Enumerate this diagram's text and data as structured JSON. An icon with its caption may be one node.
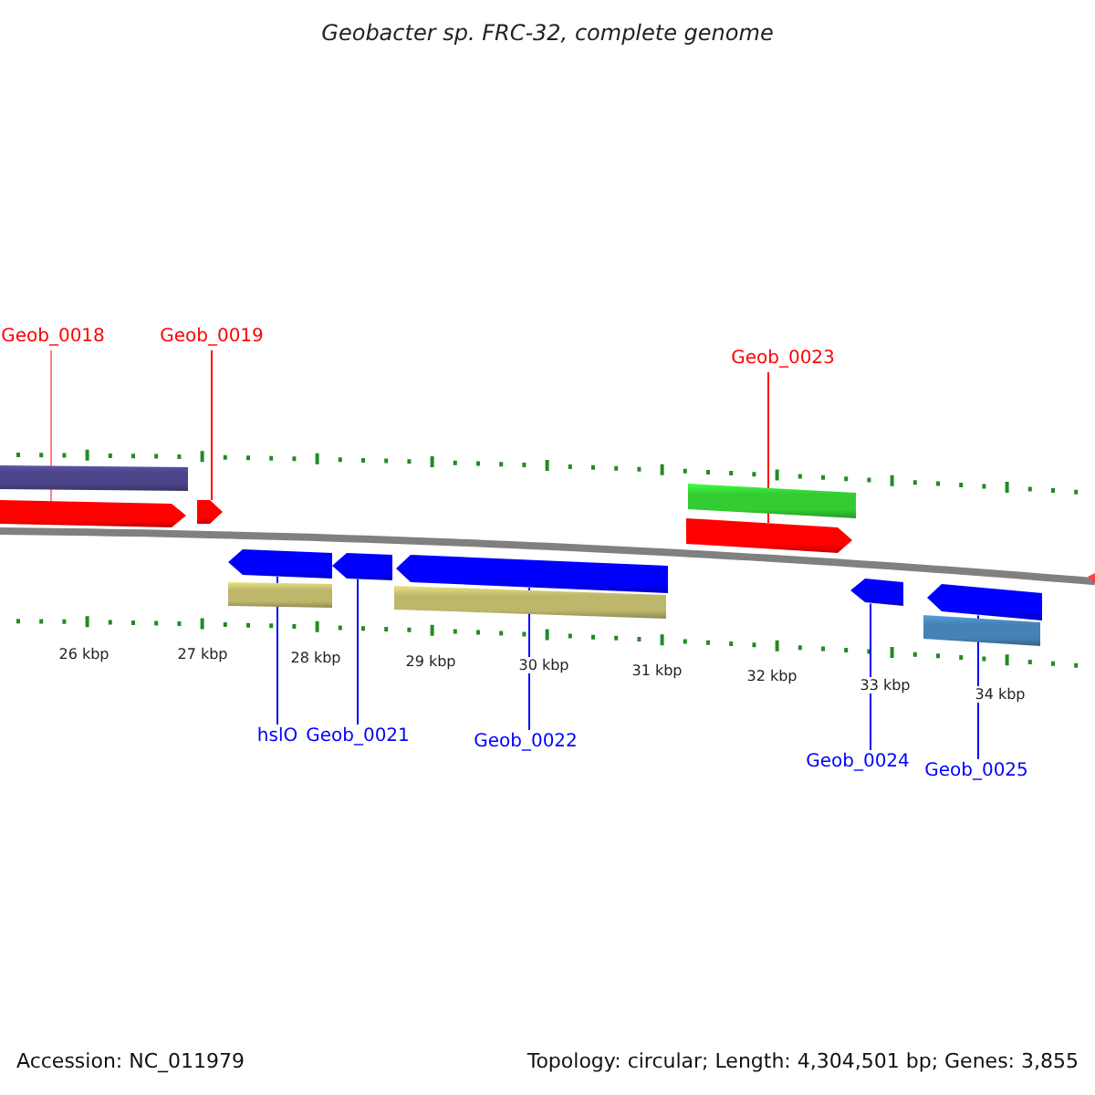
{
  "diagram": {
    "title": "Geobacter sp. FRC-32, complete genome",
    "nodes": [
      {
        "text": [
          "Geob_0018"
        ]
      },
      {
        "text": [
          "Geob_0019"
        ]
      },
      {
        "text": [
          "Geob_0023"
        ]
      },
      {
        "text": [
          "hslO"
        ]
      },
      {
        "text": [
          "Geob_0021"
        ]
      },
      {
        "text": [
          "Geob_0022"
        ]
      },
      {
        "text": [
          "Geob_0024"
        ]
      },
      {
        "text": [
          "Geob_0025"
        ]
      },
      {
        "text": [],
        "shape": "bar"
      },
      {
        "text": [],
        "shape": "bar"
      },
      {
        "text": [],
        "shape": "bar"
      },
      {
        "text": [],
        "shape": "bar"
      },
      {
        "text": [],
        "shape": "bar"
      },
      {
        "text": [],
        "shape": "bar"
      },
      {
        "text": [],
        "shape": "bar"
      },
      {
        "text": [],
        "shape": "bar"
      },
      {
        "text": [],
        "shape": "bar"
      },
      {
        "text": [],
        "shape": "bar"
      },
      {
        "text": [],
        "shape": "bar"
      },
      {
        "text": [],
        "shape": "bar"
      },
      {
        "text": [],
        "shape": "bar"
      }
    ],
    "edges": [
      {
        "from": 0,
        "to": 8,
        "arrow": "none",
        "color": "#ff8080"
      },
      {
        "from": 1,
        "to": 9,
        "arrow": "none",
        "color": "#ff0000"
      },
      {
        "from": 2,
        "to": 13,
        "arrow": "none",
        "color": "#ff0000"
      },
      {
        "from": 3,
        "to": 10,
        "arrow": "none"
      },
      {
        "from": 4,
        "to": 11,
        "arrow": "none"
      },
      {
        "from": 5,
        "to": 12,
        "arrow": "none"
      },
      {
        "from": 6,
        "to": 14,
        "arrow": "none"
      },
      {
        "from": 7,
        "to": 15,
        "arrow": "none"
      }
    ],
    "labels": [
      "26 kbp",
      "27 kbp",
      "28 kbp",
      "29 kbp",
      "30 kbp",
      "31 kbp",
      "32 kbp",
      "33 kbp",
      "34 kbp",
      "Accession: NC_011979",
      "Topology: circular; Length: 4,304,501 bp; Genes: 3,855"
    ]
  }
}
